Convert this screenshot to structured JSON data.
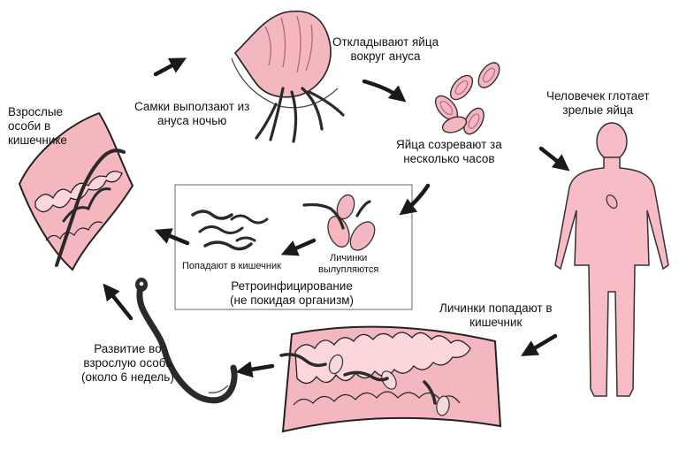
{
  "colors": {
    "tissue_fill": "#f4b6bf",
    "tissue_stroke": "#222222",
    "fold_fill": "#fbd7dc",
    "body_fill": "#f7bcc6",
    "worm": "#2a2a2a",
    "arrow": "#1a1a1a",
    "box_border": "#8a8a8a"
  },
  "labels": {
    "adults": [
      "Взрослые",
      "особи в",
      "кишечнике"
    ],
    "females": [
      "Самки выползают из",
      "ануса ночью"
    ],
    "lay_eggs": [
      "Откладывают яйца",
      "вокруг ануса"
    ],
    "eggs_mature": [
      "Яйца созревают за",
      "несколько часов"
    ],
    "swallow": [
      "Человечек глотает",
      "зрелые яйца"
    ],
    "larvae_to_gut": [
      "Личинки попадают в",
      "кишечник"
    ],
    "development": [
      "Развитие во",
      "взрослую особь",
      "(около 6 недель)"
    ],
    "retro_gut": "Попадают в кишечник",
    "retro_hatch": [
      "Личинки",
      "вылупляются"
    ],
    "retro_title": [
      "Ретроинфицирование",
      "(не покидая организм)"
    ]
  },
  "icons": [
    "intestine-illustration",
    "anus-illustration",
    "egg-icon",
    "human-body-illustration",
    "worm-icon",
    "cycle-arrow-icon"
  ]
}
